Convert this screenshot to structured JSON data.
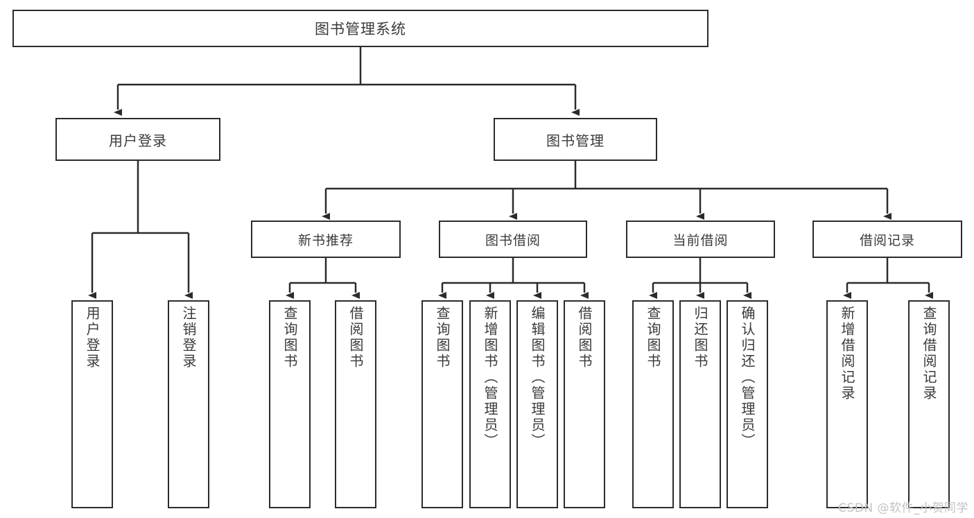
{
  "diagram": {
    "title": "图书管理系统",
    "watermark": "CSDN @软件_小贺同学",
    "nodes": {
      "root": {
        "label": "图书管理系统"
      },
      "level1": [
        {
          "id": "user-login",
          "label": "用户登录"
        },
        {
          "id": "book-management",
          "label": "图书管理"
        }
      ],
      "level2": [
        {
          "id": "new-book-recommend",
          "label": "新书推荐"
        },
        {
          "id": "book-borrow",
          "label": "图书借阅"
        },
        {
          "id": "current-borrow",
          "label": "当前借阅"
        },
        {
          "id": "borrow-record",
          "label": "借阅记录"
        }
      ],
      "leaves": {
        "user-login": [
          {
            "id": "leaf-user-login",
            "label": "用户登录"
          },
          {
            "id": "leaf-logout-login",
            "label": "注销登录"
          }
        ],
        "new-book-recommend": [
          {
            "id": "leaf-query-book-1",
            "label": "查询图书"
          },
          {
            "id": "leaf-borrow-book-1",
            "label": "借阅图书"
          }
        ],
        "book-borrow": [
          {
            "id": "leaf-query-book-2",
            "label": "查询图书"
          },
          {
            "id": "leaf-add-book",
            "label": "新增图书（管理员）"
          },
          {
            "id": "leaf-edit-book",
            "label": "编辑图书（管理员）"
          },
          {
            "id": "leaf-borrow-book-2",
            "label": "借阅图书"
          }
        ],
        "current-borrow": [
          {
            "id": "leaf-query-book-3",
            "label": "查询图书"
          },
          {
            "id": "leaf-return-book",
            "label": "归还图书"
          },
          {
            "id": "leaf-confirm-return",
            "label": "确认归还（管理员）"
          }
        ],
        "borrow-record": [
          {
            "id": "leaf-add-borrow-record",
            "label": "新增借阅记录"
          },
          {
            "id": "leaf-query-borrow-record",
            "label": "查询借阅记录"
          }
        ]
      }
    },
    "colors": {
      "border": "#2b2b2b",
      "text": "#3a3a3a",
      "background": "#ffffff",
      "watermark": "#c2c2c2"
    }
  }
}
